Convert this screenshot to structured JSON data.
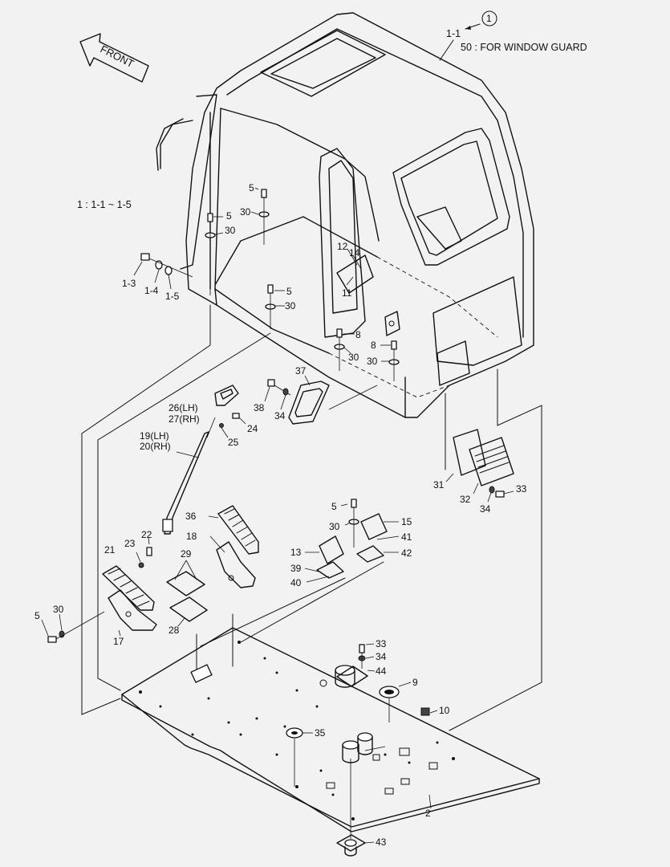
{
  "notes": {
    "front": "FRONT",
    "circle_ref": "1",
    "ref_1_1": "1-1",
    "window_guard": "50 : FOR WINDOW GUARD",
    "range": "1 : 1-1 ~ 1-5"
  },
  "labels": [
    {
      "id": "l5a",
      "text": "5"
    },
    {
      "id": "l30a",
      "text": "30"
    },
    {
      "id": "l5b",
      "text": "5"
    },
    {
      "id": "l30b",
      "text": "30"
    },
    {
      "id": "l13",
      "text": "1-3"
    },
    {
      "id": "l14",
      "text": "1-4"
    },
    {
      "id": "l15",
      "text": "1-5"
    },
    {
      "id": "l5c",
      "text": "5"
    },
    {
      "id": "l30c",
      "text": "30"
    },
    {
      "id": "l12",
      "text": "12"
    },
    {
      "id": "l14b",
      "text": "14"
    },
    {
      "id": "l11",
      "text": "11"
    },
    {
      "id": "l8a",
      "text": "8"
    },
    {
      "id": "l30d",
      "text": "30"
    },
    {
      "id": "l8b",
      "text": "8"
    },
    {
      "id": "l30e",
      "text": "30"
    },
    {
      "id": "l37",
      "text": "37"
    },
    {
      "id": "l38",
      "text": "38"
    },
    {
      "id": "l34a",
      "text": "34"
    },
    {
      "id": "l26",
      "text": "26(LH)"
    },
    {
      "id": "l27",
      "text": "27(RH)"
    },
    {
      "id": "l24",
      "text": "24"
    },
    {
      "id": "l25",
      "text": "25"
    },
    {
      "id": "l19",
      "text": "19(LH)"
    },
    {
      "id": "l20",
      "text": "20(RH)"
    },
    {
      "id": "l31",
      "text": "31"
    },
    {
      "id": "l32",
      "text": "32"
    },
    {
      "id": "l34b",
      "text": "34"
    },
    {
      "id": "l33a",
      "text": "33"
    },
    {
      "id": "l36",
      "text": "36"
    },
    {
      "id": "l5d",
      "text": "5"
    },
    {
      "id": "l15b",
      "text": "15"
    },
    {
      "id": "l30f",
      "text": "30"
    },
    {
      "id": "l41",
      "text": "41"
    },
    {
      "id": "l42",
      "text": "42"
    },
    {
      "id": "l13b",
      "text": "13"
    },
    {
      "id": "l39",
      "text": "39"
    },
    {
      "id": "l40",
      "text": "40"
    },
    {
      "id": "l18",
      "text": "18"
    },
    {
      "id": "l22",
      "text": "22"
    },
    {
      "id": "l23",
      "text": "23"
    },
    {
      "id": "l21",
      "text": "21"
    },
    {
      "id": "l29",
      "text": "29"
    },
    {
      "id": "l5e",
      "text": "5"
    },
    {
      "id": "l30g",
      "text": "30"
    },
    {
      "id": "l17",
      "text": "17"
    },
    {
      "id": "l28",
      "text": "28"
    },
    {
      "id": "l33b",
      "text": "33"
    },
    {
      "id": "l34c",
      "text": "34"
    },
    {
      "id": "l44",
      "text": "44"
    },
    {
      "id": "l9",
      "text": "9"
    },
    {
      "id": "l10",
      "text": "10"
    },
    {
      "id": "l35",
      "text": "35"
    },
    {
      "id": "l2",
      "text": "2"
    },
    {
      "id": "l43",
      "text": "43"
    }
  ]
}
